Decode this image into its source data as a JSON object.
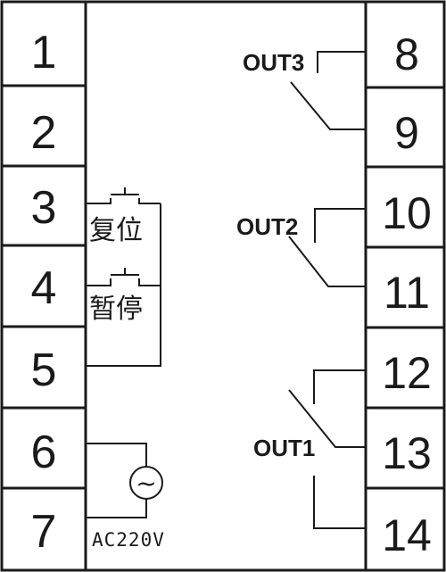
{
  "terminals": {
    "left": [
      "1",
      "2",
      "3",
      "4",
      "5",
      "6",
      "7"
    ],
    "right": [
      "8",
      "9",
      "10",
      "11",
      "12",
      "13",
      "14"
    ]
  },
  "switches": {
    "reset_label": "复位",
    "pause_label": "暂停"
  },
  "outputs": {
    "out3": "OUT3",
    "out2": "OUT2",
    "out1": "OUT1"
  },
  "power": {
    "label": "AC220V",
    "symbol": "~"
  }
}
